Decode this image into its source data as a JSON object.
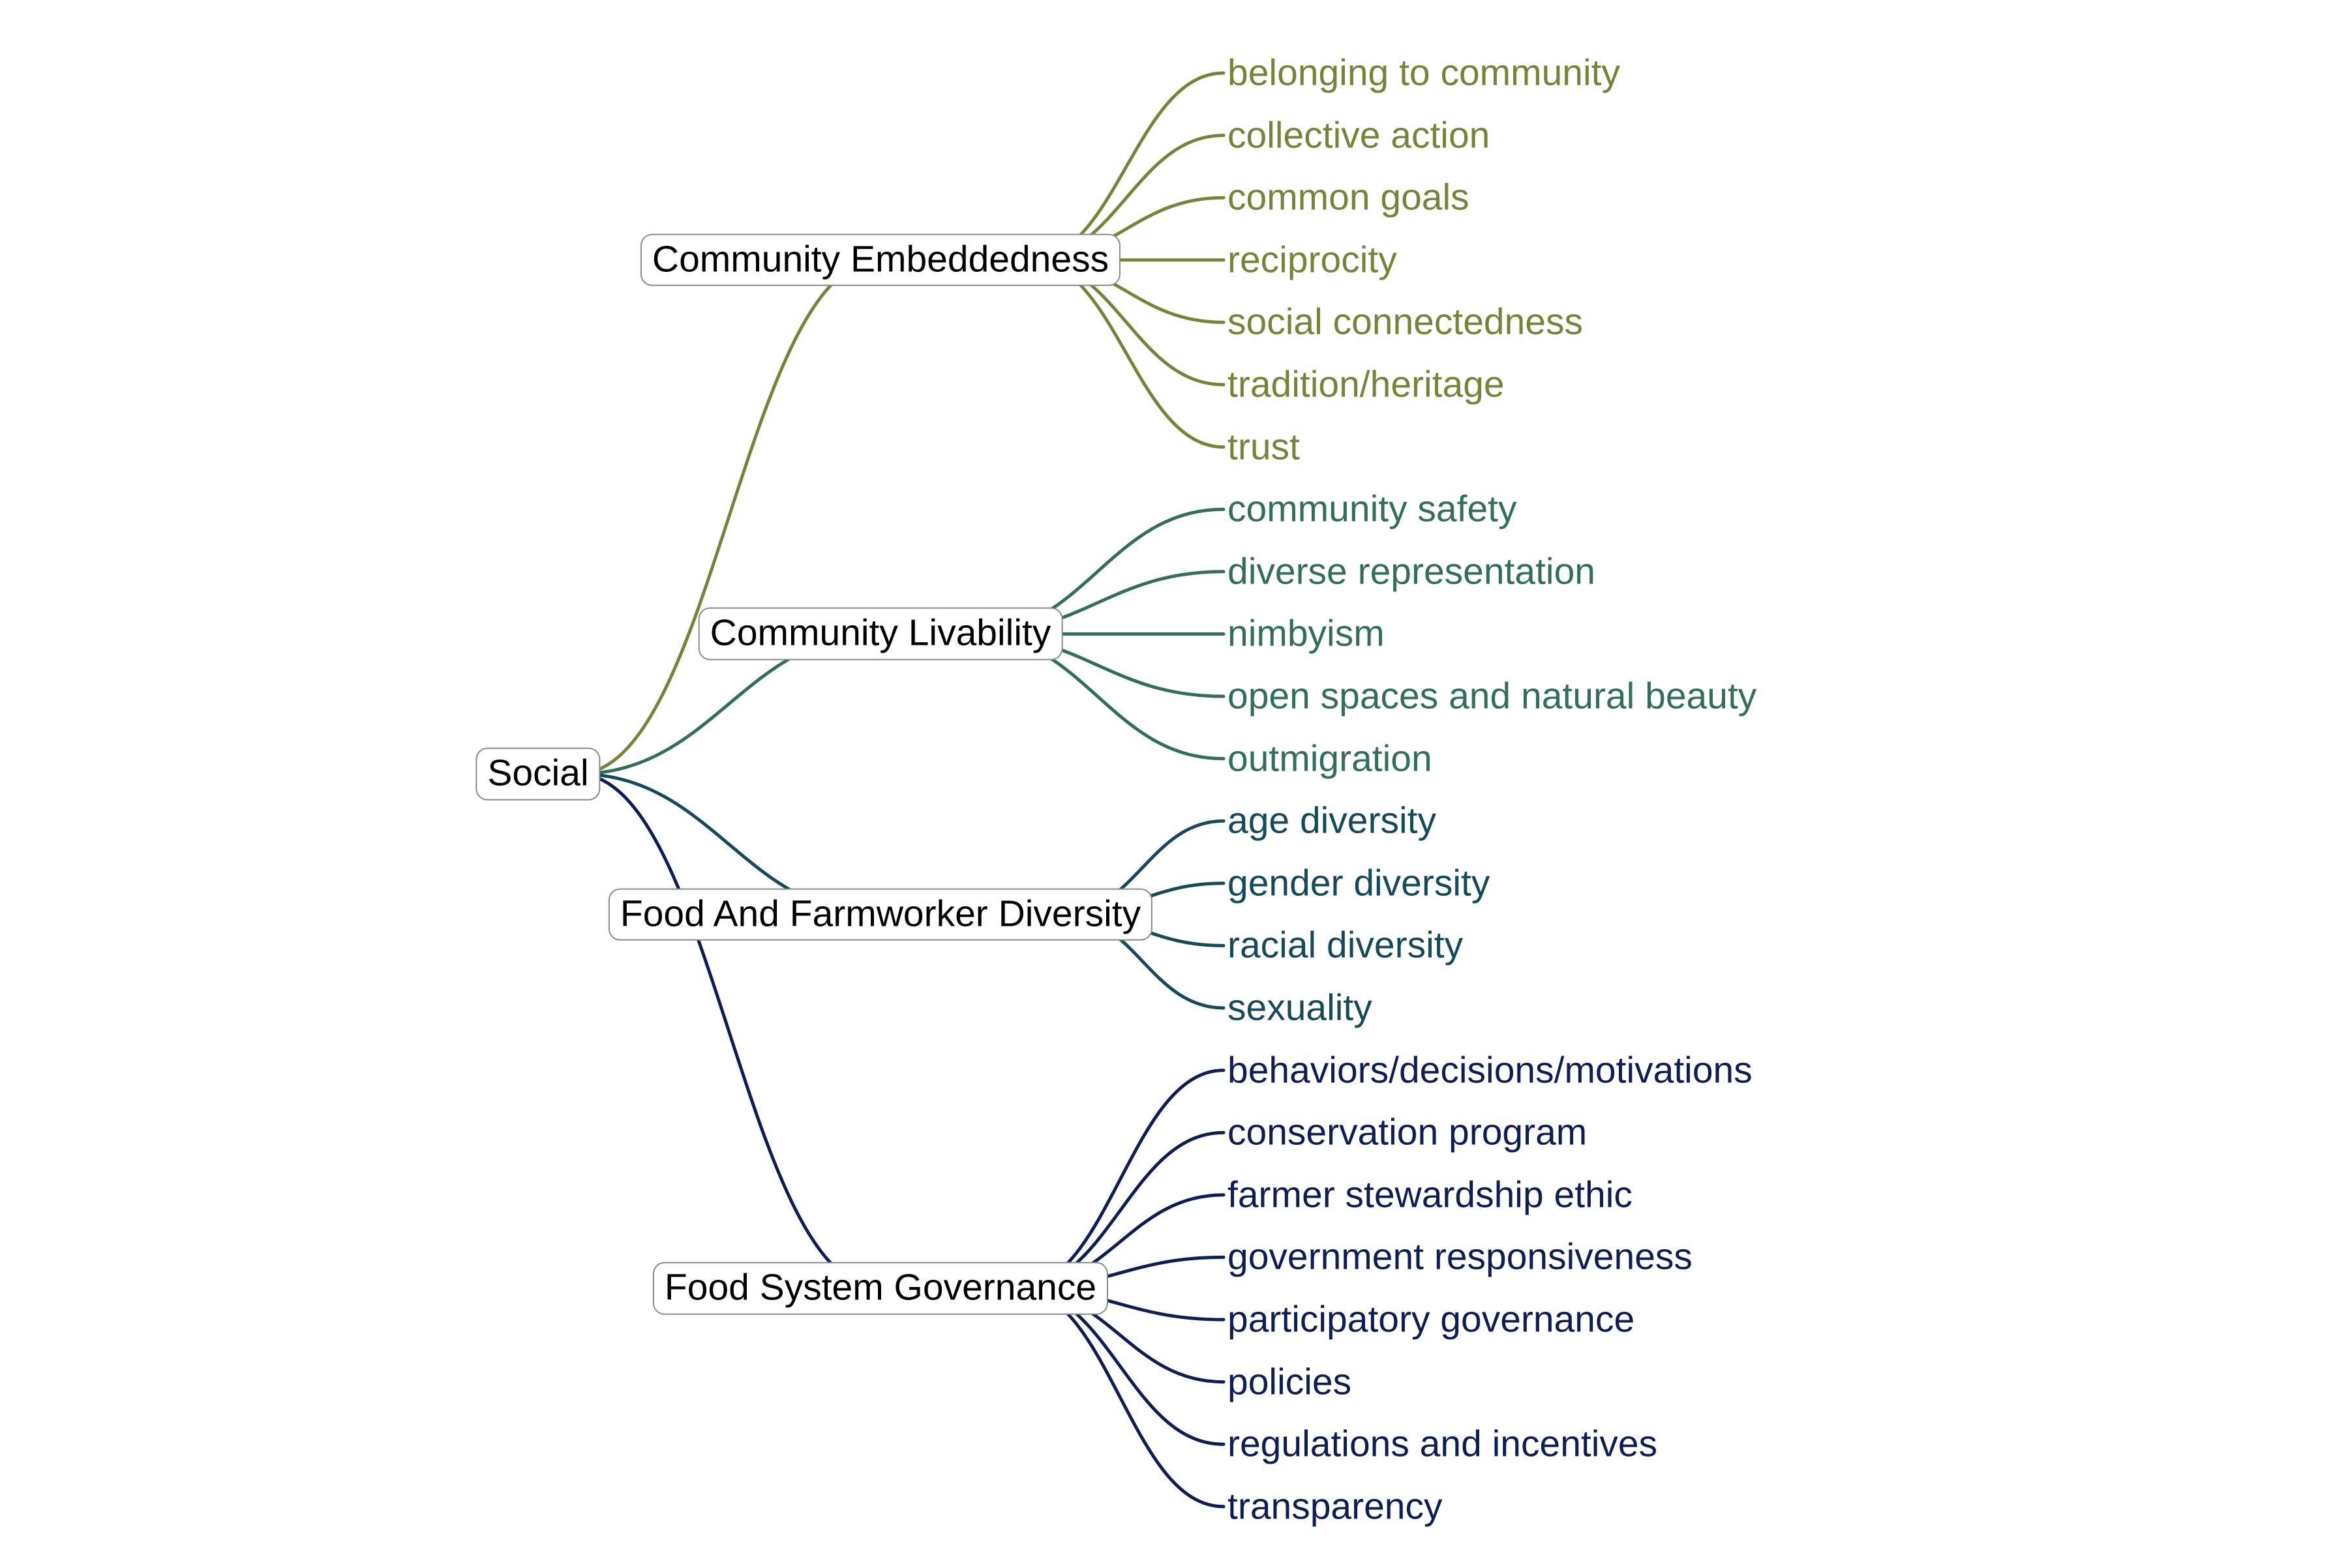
{
  "root": {
    "label": "Social"
  },
  "branches": [
    {
      "label": "Community Embeddedness",
      "color": "#76843a",
      "leaves": [
        "belonging to community",
        "collective action",
        "common goals",
        "reciprocity",
        "social connectedness",
        "tradition/heritage",
        "trust"
      ]
    },
    {
      "label": "Community Livability",
      "color": "#336e5c",
      "leaves": [
        "community safety",
        "diverse representation",
        "nimbyism",
        "open spaces and natural beauty",
        "outmigration"
      ]
    },
    {
      "label": "Food And Farmworker Diversity",
      "color": "#164a58",
      "leaves": [
        "age diversity",
        "gender diversity",
        "racial diversity",
        "sexuality"
      ]
    },
    {
      "label": "Food System Governance",
      "color": "#0e1d54",
      "leaves": [
        "behaviors/decisions/motivations",
        "conservation program",
        "farmer stewardship ethic",
        "government responsiveness",
        "participatory governance",
        "policies",
        "regulations and incentives",
        "transparency"
      ]
    }
  ]
}
